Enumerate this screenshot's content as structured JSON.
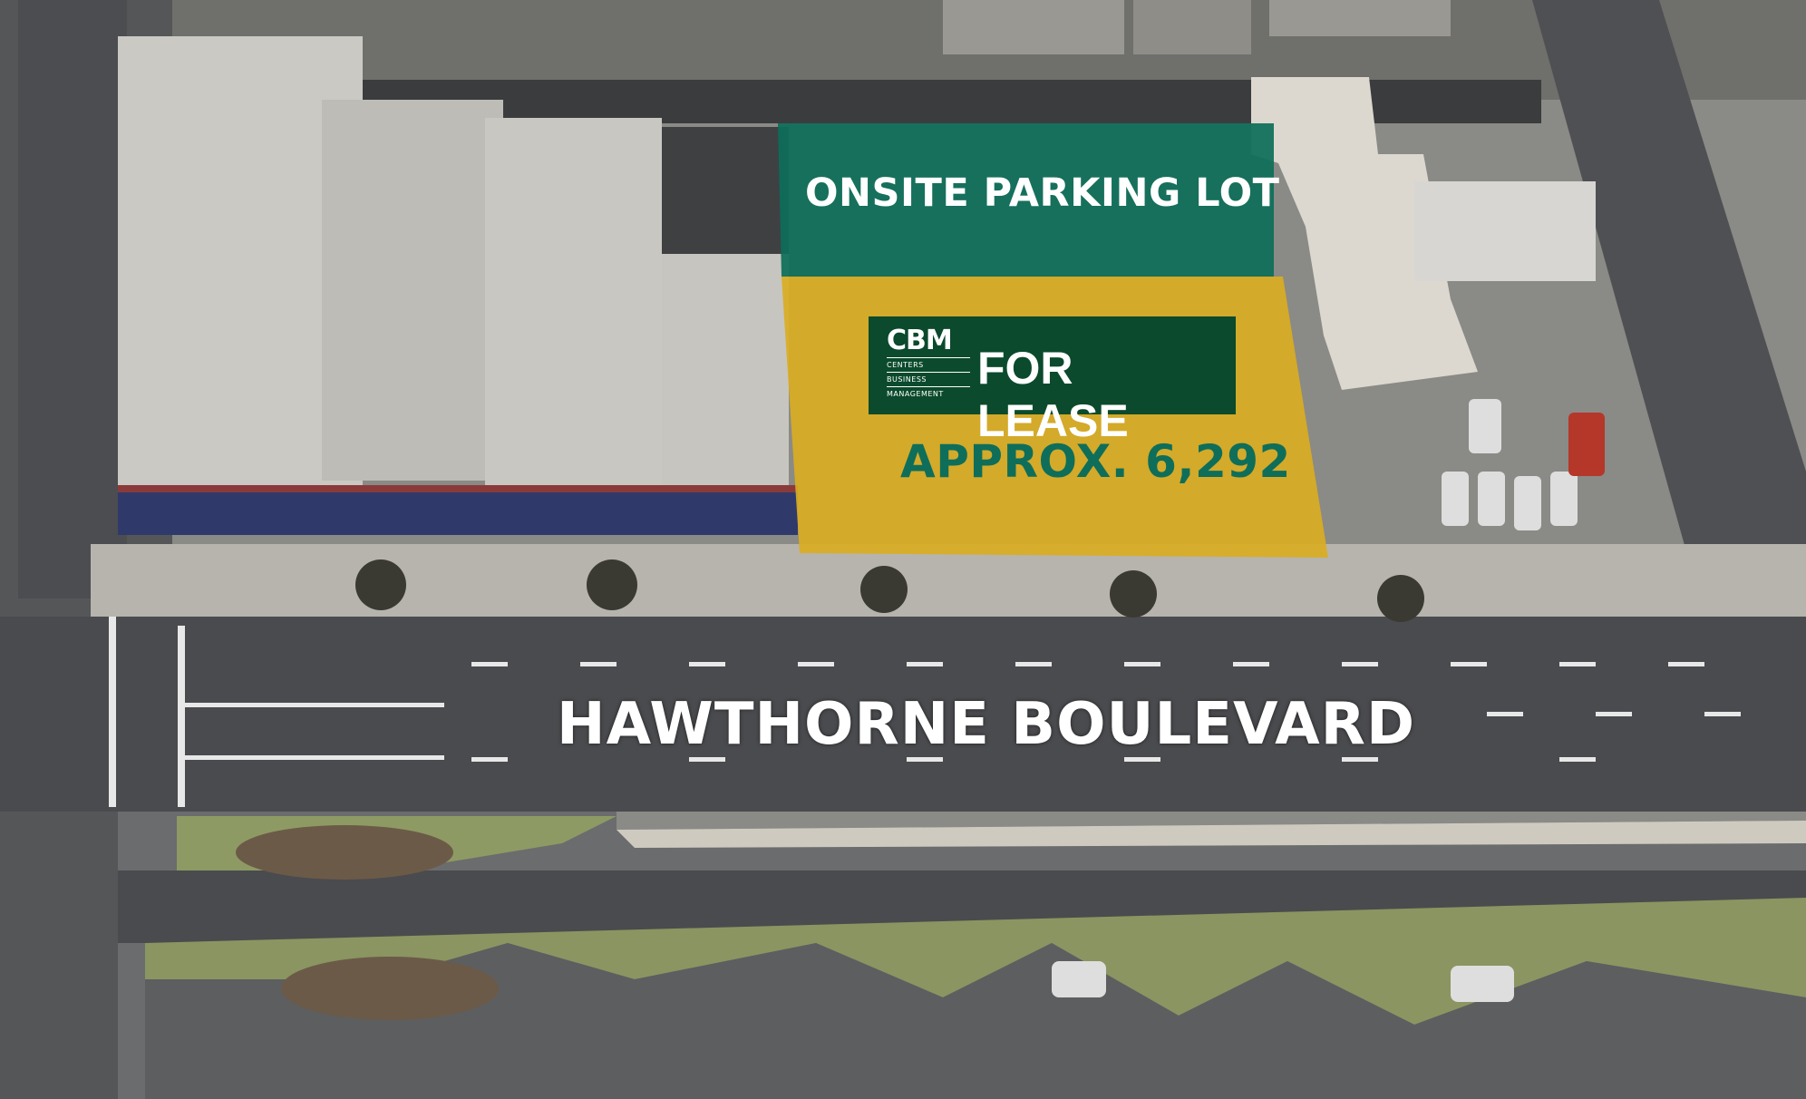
{
  "map": {
    "parking_label": "ONSITE PARKING LOT",
    "lease_label": "FOR LEASE",
    "approx_label": "APPROX. 6,292",
    "street_label": "HAWTHORNE BOULEVARD",
    "logo": {
      "mark": "CBM",
      "line1": "CENTERS",
      "line2": "BUSINESS",
      "line3": "MANAGEMENT"
    },
    "colors": {
      "parking_overlay": "#0c6e59",
      "lease_overlay": "#d9ad22",
      "lease_box": "#0b4a2c",
      "approx_text": "#0e6e5a",
      "road": "#4a4b4e",
      "roof": "#d4d2cd"
    }
  }
}
